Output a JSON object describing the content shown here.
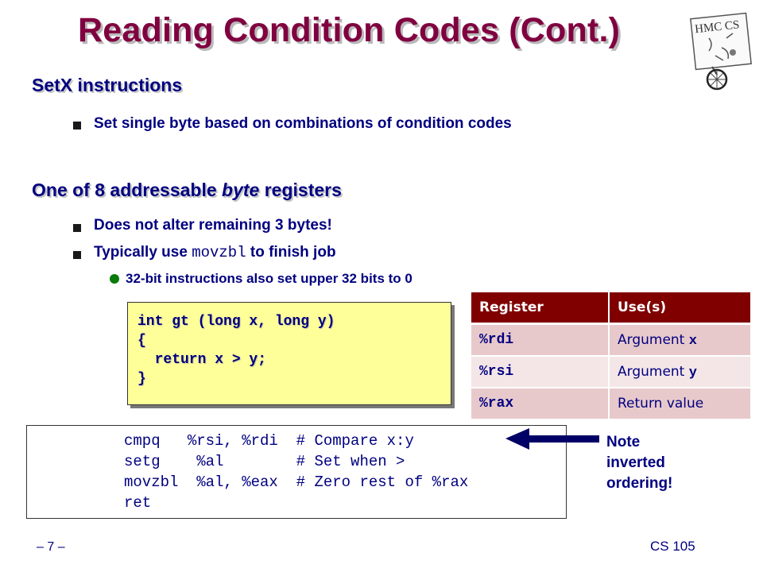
{
  "slide": {
    "title": "Reading Condition Codes (Cont.)",
    "sections": [
      {
        "heading": "SetX instructions",
        "bullets": [
          "Set single byte based on combinations of condition codes"
        ]
      },
      {
        "heading_pre": "One of 8 addressable ",
        "heading_em": "byte",
        "heading_post": " registers",
        "bullets": [
          "Does not alter remaining 3 bytes!",
          {
            "pre": "Typically use ",
            "code": "movzbl",
            "post": " to finish job"
          }
        ],
        "sub_bullets": [
          "32-bit instructions also set upper 32 bits to 0"
        ]
      }
    ],
    "c_code": [
      "int gt (long x, long y)",
      "{",
      "  return x > y;",
      "}"
    ],
    "register_table": {
      "headers": [
        "Register",
        "Use(s)"
      ],
      "rows": [
        {
          "register": "%rdi",
          "use_text": "Argument ",
          "use_code": "x"
        },
        {
          "register": "%rsi",
          "use_text": "Argument ",
          "use_code": "y"
        },
        {
          "register": "%rax",
          "use_text": "Return value",
          "use_code": ""
        }
      ]
    },
    "asm_code": [
      "cmpq   %rsi, %rdi  # Compare x:y",
      "setg    %al        # Set when >",
      "movzbl  %al, %eax  # Zero rest of %rax",
      "ret"
    ],
    "note": [
      "Note",
      "inverted",
      "ordering!"
    ],
    "page_number": "– 7 –",
    "course": "CS 105",
    "logo_text": "HMC CS",
    "colors": {
      "title": "#800040",
      "text": "#000080",
      "table_header": "#800000",
      "code_bg": "#ffff99"
    }
  }
}
